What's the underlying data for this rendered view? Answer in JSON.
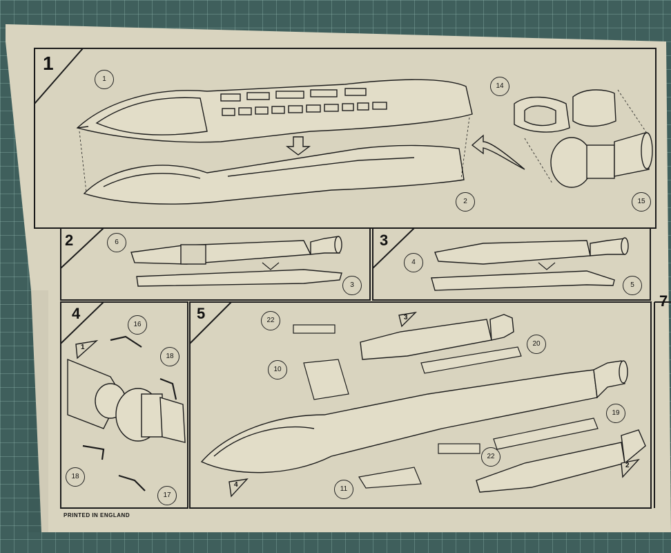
{
  "steps": [
    "1",
    "2",
    "3",
    "4",
    "5",
    "7"
  ],
  "callouts": {
    "p1": "1",
    "p2": "2",
    "p14": "14",
    "p15": "15",
    "p6": "6",
    "p3": "3",
    "p4": "4",
    "p5": "5",
    "p16": "16",
    "p18a": "18",
    "p18b": "18",
    "p17": "17",
    "p22a": "22",
    "p10": "10",
    "p20": "20",
    "p19": "19",
    "p22b": "22",
    "p11": "11"
  },
  "flags": {
    "f1": "1",
    "f3": "3",
    "f4": "4",
    "f2": "2"
  },
  "footer": "PRINTED IN ENGLAND",
  "colors": {
    "paper": "#d9d4bf",
    "ink": "#1b1b1b",
    "mat": "#3f5f5c"
  }
}
